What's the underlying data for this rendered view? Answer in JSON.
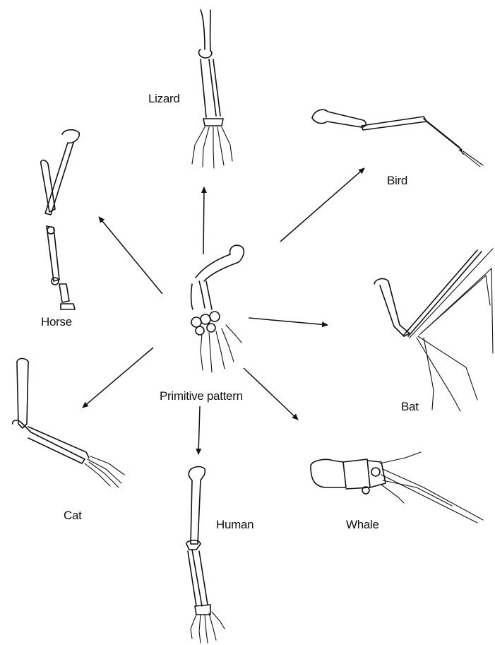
{
  "labels": {
    "center": "Primitive pattern",
    "lizard": "Lizard",
    "bird": "Bird",
    "horse": "Horse",
    "bat": "Bat",
    "cat": "Cat",
    "human": "Human",
    "whale": "Whale"
  },
  "colors": {
    "ink": "#111111",
    "background": "#ffffff"
  }
}
